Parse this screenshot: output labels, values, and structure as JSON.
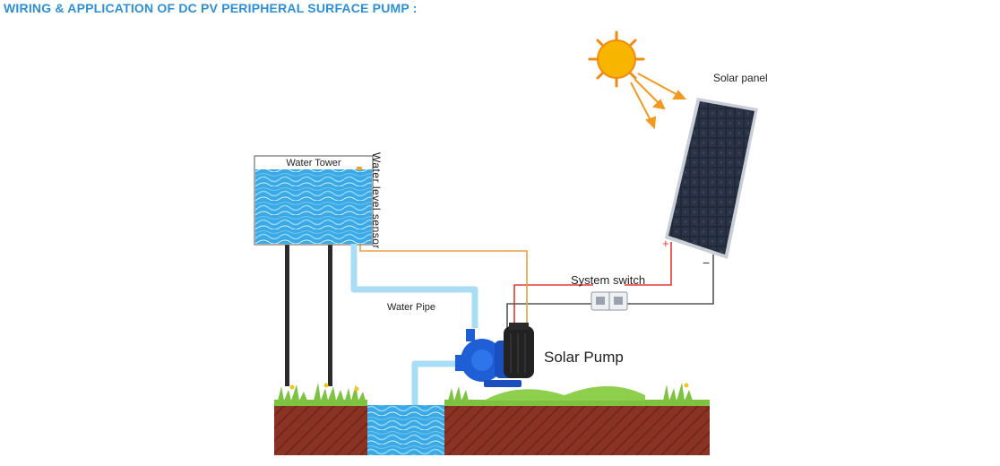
{
  "heading": "WIRING & APPLICATION OF DC PV PERIPHERAL SURFACE PUMP :",
  "labels": {
    "solar_panel": "Solar panel",
    "water_tower": "Water Tower",
    "water_level_sensor": "Water  level sensor",
    "water_pipe": "Water Pipe",
    "system_switch": "System switch",
    "solar_pump": "Solar Pump",
    "plus": "+",
    "minus": "−"
  },
  "colors": {
    "heading": "#2e8fd6",
    "positive_wire": "#e53935",
    "negative_wire": "#555555",
    "sensor_wire": "#e8a040",
    "water": "#4ab8ee",
    "pipe": "#a9dcf5",
    "soil": "#8a3324",
    "grass": "#7ec242",
    "pump": "#1f5fd6",
    "sun": "#f7b500"
  },
  "icons": [
    "sun-icon",
    "solar-panel-icon",
    "water-tower-icon",
    "circuit-breaker-icon",
    "solar-pump-icon",
    "grass-icon"
  ]
}
